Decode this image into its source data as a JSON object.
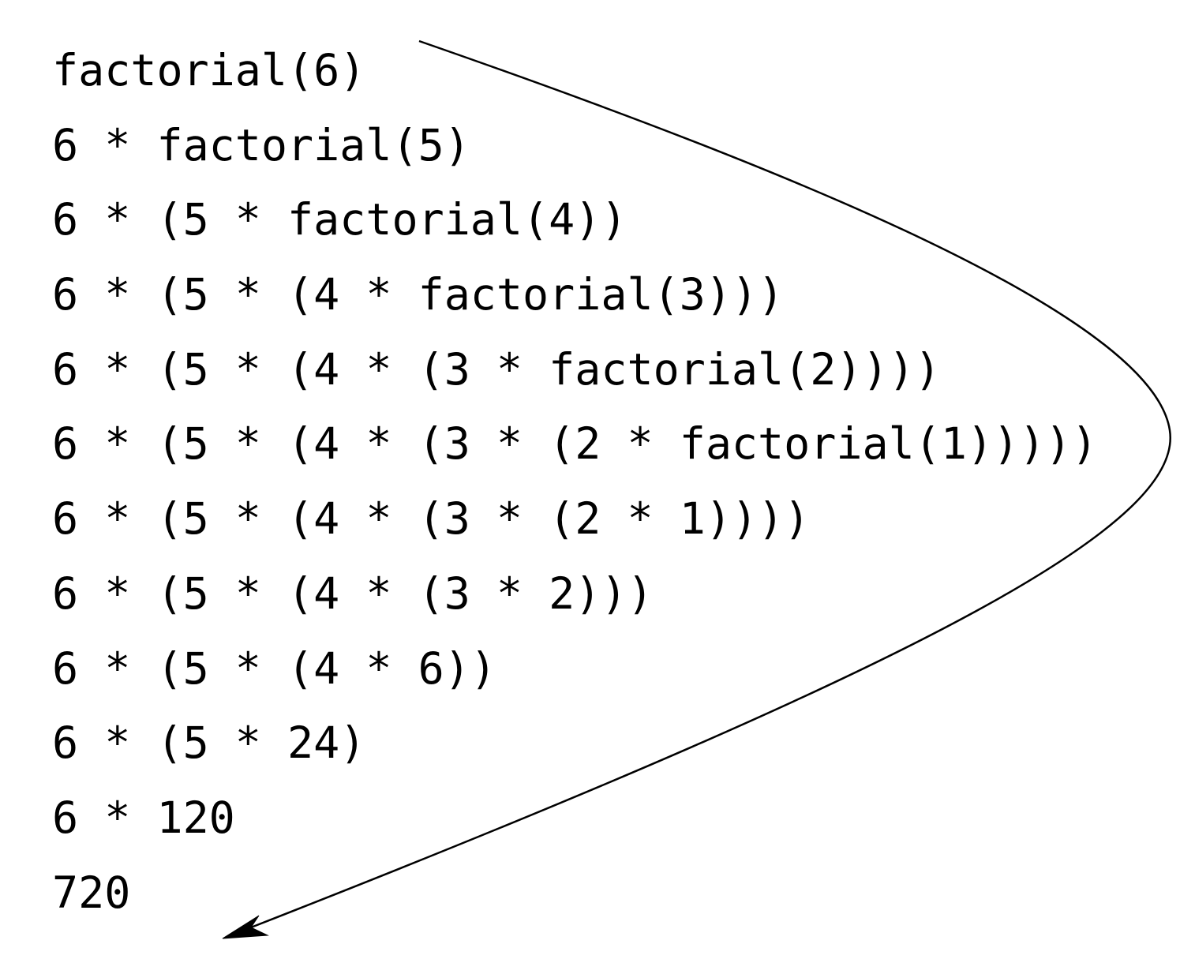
{
  "diagram": {
    "steps": [
      "factorial(6)",
      "6 * factorial(5)",
      "6 * (5 * factorial(4))",
      "6 * (5 * (4 * factorial(3)))",
      "6 * (5 * (4 * (3 * factorial(2))))",
      "6 * (5 * (4 * (3 * (2 * factorial(1)))))",
      "6 * (5 * (4 * (3 * (2 * 1))))",
      "6 * (5 * (4 * (3 * 2)))",
      "6 * (5 * (4 * 6))",
      "6 * (5 * 24)",
      "6 * 120",
      "720"
    ],
    "colors": {
      "text": "#000000",
      "arrow": "#000000",
      "background": "#ffffff"
    },
    "connector": "curved-arrow"
  }
}
